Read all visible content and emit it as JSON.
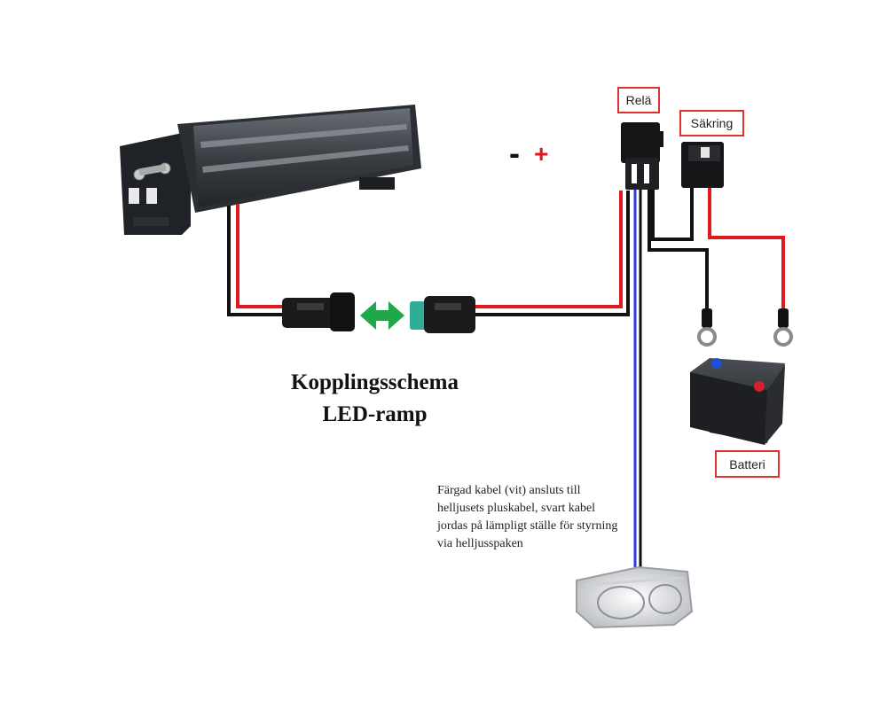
{
  "title": {
    "line1": "Kopplingsschema",
    "line2": "LED-ramp"
  },
  "labels": {
    "relay": "Relä",
    "fuse": "Säkring",
    "battery": "Batteri"
  },
  "polarity": {
    "minus": "-",
    "plus": "+"
  },
  "note": "Färgad kabel (vit) ansluts till helljusets pluskabel, svart kabel jordas på lämpligt ställe för styrning via helljusspaken",
  "colors": {
    "positive_wire": "#e0191e",
    "ground_wire": "#111111",
    "signal_wire": "#2a3fd6",
    "label_border": "#e03030",
    "connector_arrow": "#1fa84a"
  }
}
